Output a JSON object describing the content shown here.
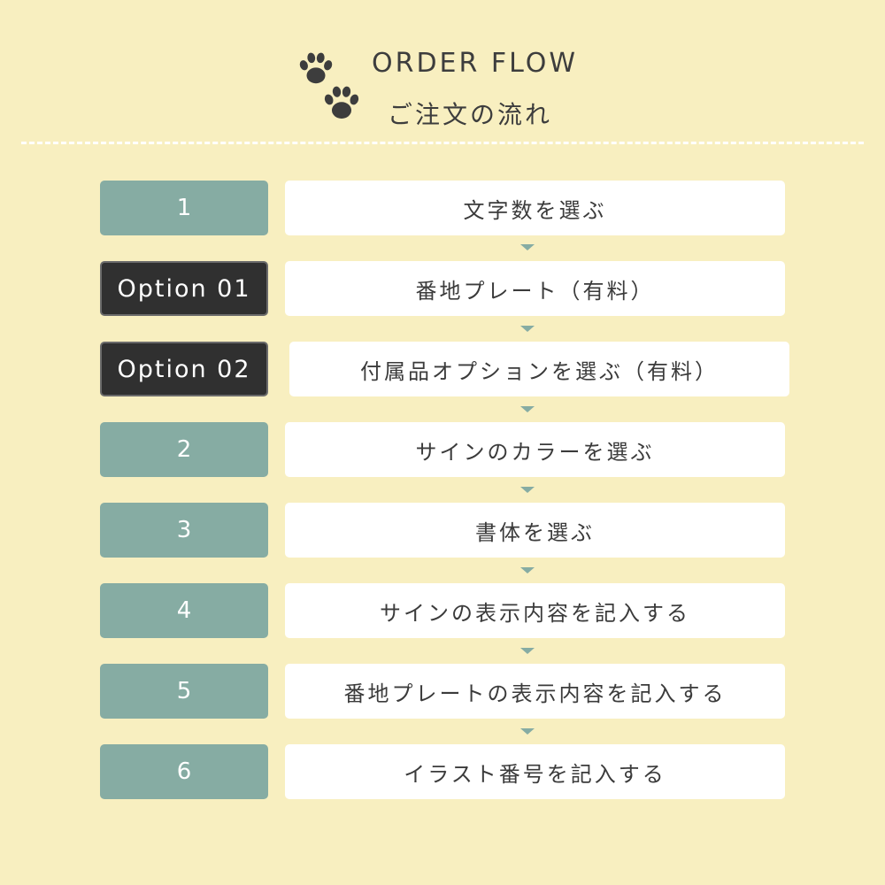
{
  "header": {
    "title_en": "ORDER FLOW",
    "title_ja": "ご注文の流れ",
    "icon": "paw-print-icon"
  },
  "colors": {
    "background": "#f8efc0",
    "step_badge": "#86aca3",
    "option_badge": "#303030",
    "box": "#ffffff",
    "text": "#3b3b3b"
  },
  "steps": [
    {
      "label": "1",
      "text": "文字数を選ぶ",
      "kind": "step"
    },
    {
      "label": "Option 01",
      "text": "番地プレート（有料）",
      "kind": "option"
    },
    {
      "label": "Option 02",
      "text": "付属品オプションを選ぶ（有料）",
      "kind": "option"
    },
    {
      "label": "2",
      "text": "サインのカラーを選ぶ",
      "kind": "step"
    },
    {
      "label": "3",
      "text": "書体を選ぶ",
      "kind": "step"
    },
    {
      "label": "4",
      "text": "サインの表示内容を記入する",
      "kind": "step"
    },
    {
      "label": "5",
      "text": "番地プレートの表示内容を記入する",
      "kind": "step"
    },
    {
      "label": "6",
      "text": "イラスト番号を記入する",
      "kind": "step"
    }
  ]
}
